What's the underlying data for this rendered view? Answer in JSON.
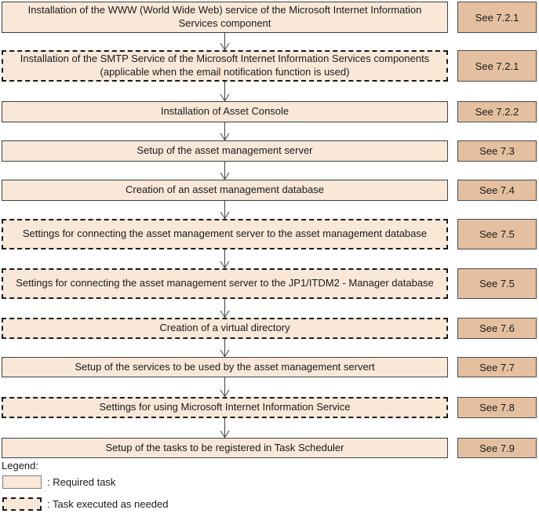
{
  "flow": {
    "rows": [
      {
        "type": "required",
        "label": "Installation of the WWW (World Wide Web) service of the Microsoft Internet Information Services component",
        "see": "See 7.2.1"
      },
      {
        "type": "as-needed",
        "label": "Installation of the SMTP Service of the Microsoft Internet Information Services components (applicable when the email notification function is used)",
        "see": "See 7.2.1"
      },
      {
        "type": "required",
        "label": "Installation of Asset Console",
        "see": "See 7.2.2"
      },
      {
        "type": "required",
        "label": "Setup of the asset management server",
        "see": "See 7.3"
      },
      {
        "type": "required",
        "label": "Creation of an asset management database",
        "see": "See 7.4"
      },
      {
        "type": "as-needed",
        "label": "Settings for connecting the asset management server to the asset management database",
        "see": "See 7.5"
      },
      {
        "type": "as-needed",
        "label": "Settings for connecting the asset management server to the JP1/ITDM2 - Manager database",
        "see": "See 7.5"
      },
      {
        "type": "as-needed",
        "label": "Creation of a virtual directory",
        "see": "See 7.6"
      },
      {
        "type": "required",
        "label": "Setup of the services to be used by the asset management servert",
        "see": "See 7.7"
      },
      {
        "type": "as-needed",
        "label": "Settings for using Microsoft Internet Information Service",
        "see": "See 7.8"
      },
      {
        "type": "required",
        "label": "Setup of the tasks to be registered in Task Scheduler",
        "see": "See 7.9"
      }
    ]
  },
  "legend": {
    "title": "Legend:",
    "items": [
      {
        "swatch": "solid-box-swatch",
        "label": ": Required task"
      },
      {
        "swatch": "dashed-box-swatch",
        "label": ": Task executed as needed"
      }
    ]
  },
  "colors": {
    "task_fill": "#f9e8d8",
    "see_fill": "#e4c0a0",
    "border": "#3f3f3f"
  }
}
